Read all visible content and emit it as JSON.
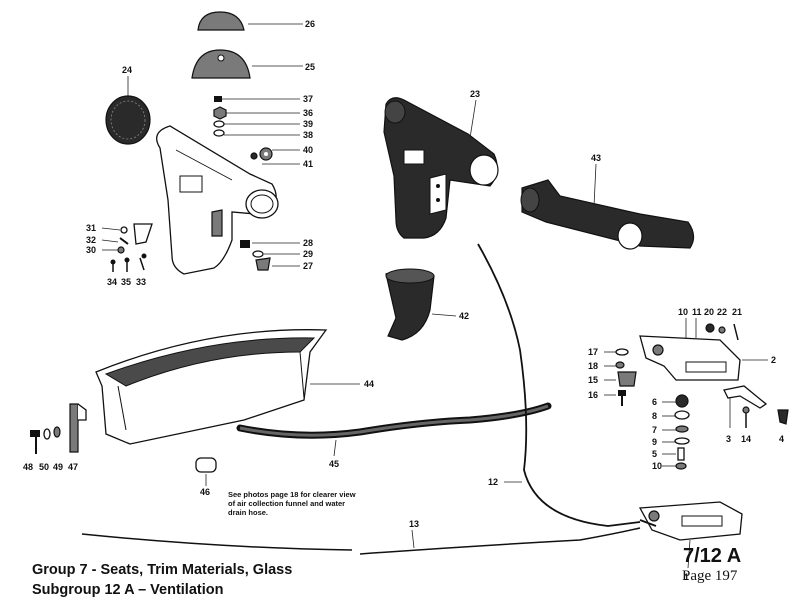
{
  "callouts": [
    {
      "id": "c26",
      "text": "26"
    },
    {
      "id": "c25",
      "text": "25"
    },
    {
      "id": "c24",
      "text": "24"
    },
    {
      "id": "c37",
      "text": "37"
    },
    {
      "id": "c36",
      "text": "36"
    },
    {
      "id": "c39",
      "text": "39"
    },
    {
      "id": "c38",
      "text": "38"
    },
    {
      "id": "c40",
      "text": "40"
    },
    {
      "id": "c41",
      "text": "41"
    },
    {
      "id": "c23",
      "text": "23"
    },
    {
      "id": "c43",
      "text": "43"
    },
    {
      "id": "c31",
      "text": "31"
    },
    {
      "id": "c32",
      "text": "32"
    },
    {
      "id": "c30",
      "text": "30"
    },
    {
      "id": "c34",
      "text": "34"
    },
    {
      "id": "c35",
      "text": "35"
    },
    {
      "id": "c33",
      "text": "33"
    },
    {
      "id": "c28",
      "text": "28"
    },
    {
      "id": "c29",
      "text": "29"
    },
    {
      "id": "c27",
      "text": "27"
    },
    {
      "id": "c42",
      "text": "42"
    },
    {
      "id": "c10",
      "text": "10"
    },
    {
      "id": "c11",
      "text": "11"
    },
    {
      "id": "c20",
      "text": "20"
    },
    {
      "id": "c22",
      "text": "22"
    },
    {
      "id": "c21",
      "text": "21"
    },
    {
      "id": "c2",
      "text": "2"
    },
    {
      "id": "c17",
      "text": "17"
    },
    {
      "id": "c18",
      "text": "18"
    },
    {
      "id": "c15",
      "text": "15"
    },
    {
      "id": "c16",
      "text": "16"
    },
    {
      "id": "c6",
      "text": "6"
    },
    {
      "id": "c8",
      "text": "8"
    },
    {
      "id": "c7",
      "text": "7"
    },
    {
      "id": "c9",
      "text": "9"
    },
    {
      "id": "c5",
      "text": "5"
    },
    {
      "id": "c3",
      "text": "3"
    },
    {
      "id": "c14",
      "text": "14"
    },
    {
      "id": "c4",
      "text": "4"
    },
    {
      "id": "c44",
      "text": "44"
    },
    {
      "id": "c48",
      "text": "48"
    },
    {
      "id": "c50",
      "text": "50"
    },
    {
      "id": "c49",
      "text": "49"
    },
    {
      "id": "c47",
      "text": "47"
    },
    {
      "id": "c45",
      "text": "45"
    },
    {
      "id": "c46",
      "text": "46"
    },
    {
      "id": "c12",
      "text": "12"
    },
    {
      "id": "c13",
      "text": "13"
    },
    {
      "id": "c1",
      "text": "1"
    }
  ],
  "note_lines": [
    "See photos page 18 for clearer view",
    "of air collection funnel and water",
    "drain hose."
  ],
  "footer": {
    "group": "Group 7 - Seats, Trim Materials, Glass",
    "subgroup": "Subgroup 12 A – Ventilation",
    "section_code": "7/12 A",
    "page_label": "Page 197"
  }
}
